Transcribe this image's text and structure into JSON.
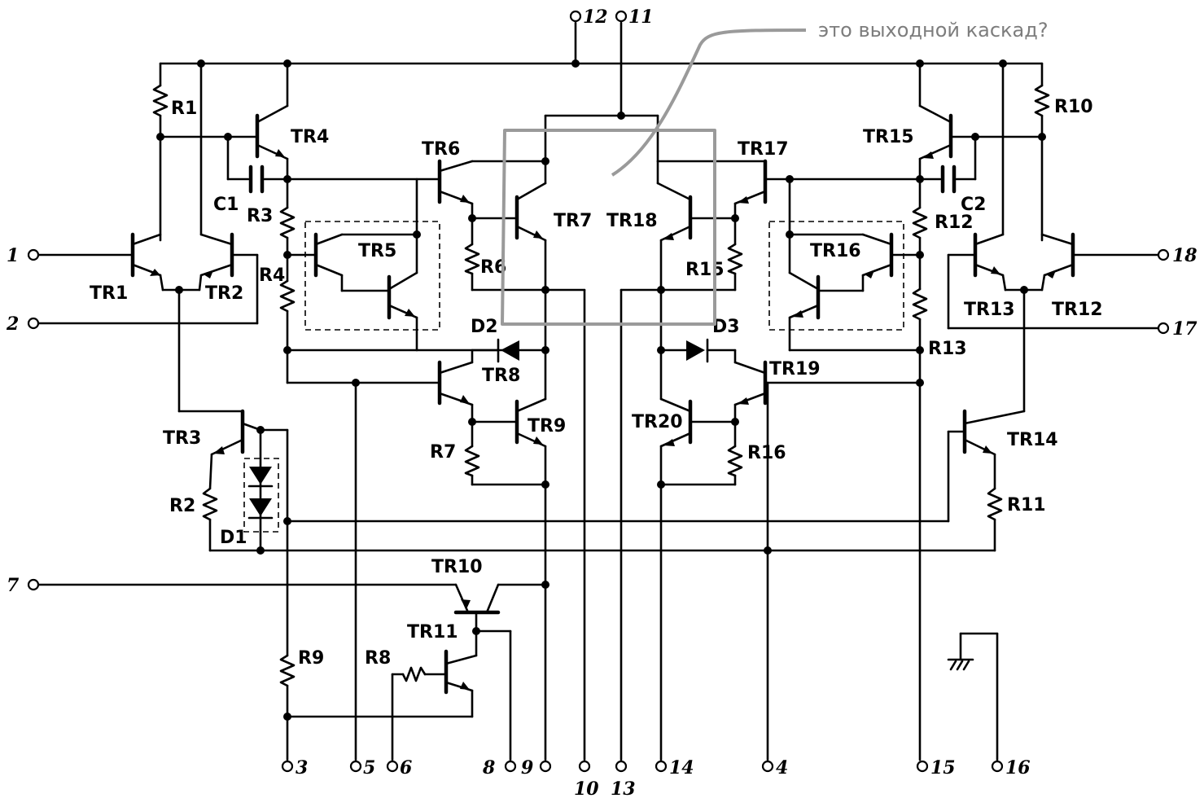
{
  "annotation": {
    "text": "это выходной каскад?"
  },
  "components": {
    "transistors": [
      "TR1",
      "TR2",
      "TR3",
      "TR4",
      "TR5",
      "TR6",
      "TR7",
      "TR8",
      "TR9",
      "TR10",
      "TR11",
      "TR12",
      "TR13",
      "TR14",
      "TR15",
      "TR16",
      "TR17",
      "TR18",
      "TR19",
      "TR20"
    ],
    "resistors": [
      "R1",
      "R2",
      "R3",
      "R4",
      "R6",
      "R7",
      "R8",
      "R9",
      "R10",
      "R11",
      "R12",
      "R13",
      "R15",
      "R16"
    ],
    "capacitors": [
      "C1",
      "C2"
    ],
    "diodes": [
      "D1",
      "D2",
      "D3"
    ]
  },
  "pins": {
    "p1": "1",
    "p2": "2",
    "p3": "3",
    "p4": "4",
    "p5": "5",
    "p6": "6",
    "p7": "7",
    "p8": "8",
    "p9": "9",
    "p10": "10",
    "p11": "11",
    "p12": "12",
    "p13": "13",
    "p14": "14",
    "p15": "15",
    "p16": "16",
    "p17": "17",
    "p18": "18"
  }
}
